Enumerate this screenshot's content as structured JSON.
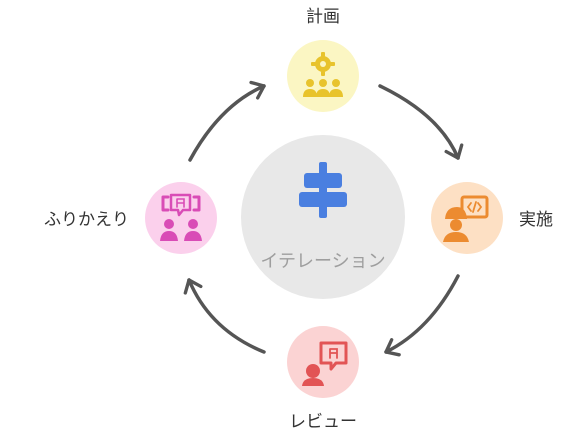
{
  "center": {
    "label": "イテレーション"
  },
  "steps": [
    {
      "label": "計画"
    },
    {
      "label": "実施"
    },
    {
      "label": "レビュー"
    },
    {
      "label": "ふりかえり"
    }
  ],
  "colors": {
    "arrow": "#555555",
    "center_bg": "#e8e8e8",
    "center_icon": "#4a7fe0",
    "plan_bg": "#fbf6c3",
    "plan_icon": "#e8c32c",
    "impl_bg": "#fde0c4",
    "impl_icon": "#ec8b30",
    "review_bg": "#fbd3d3",
    "review_icon": "#e25455",
    "retro_bg": "#fbd0ec",
    "retro_icon": "#d94cb6"
  }
}
